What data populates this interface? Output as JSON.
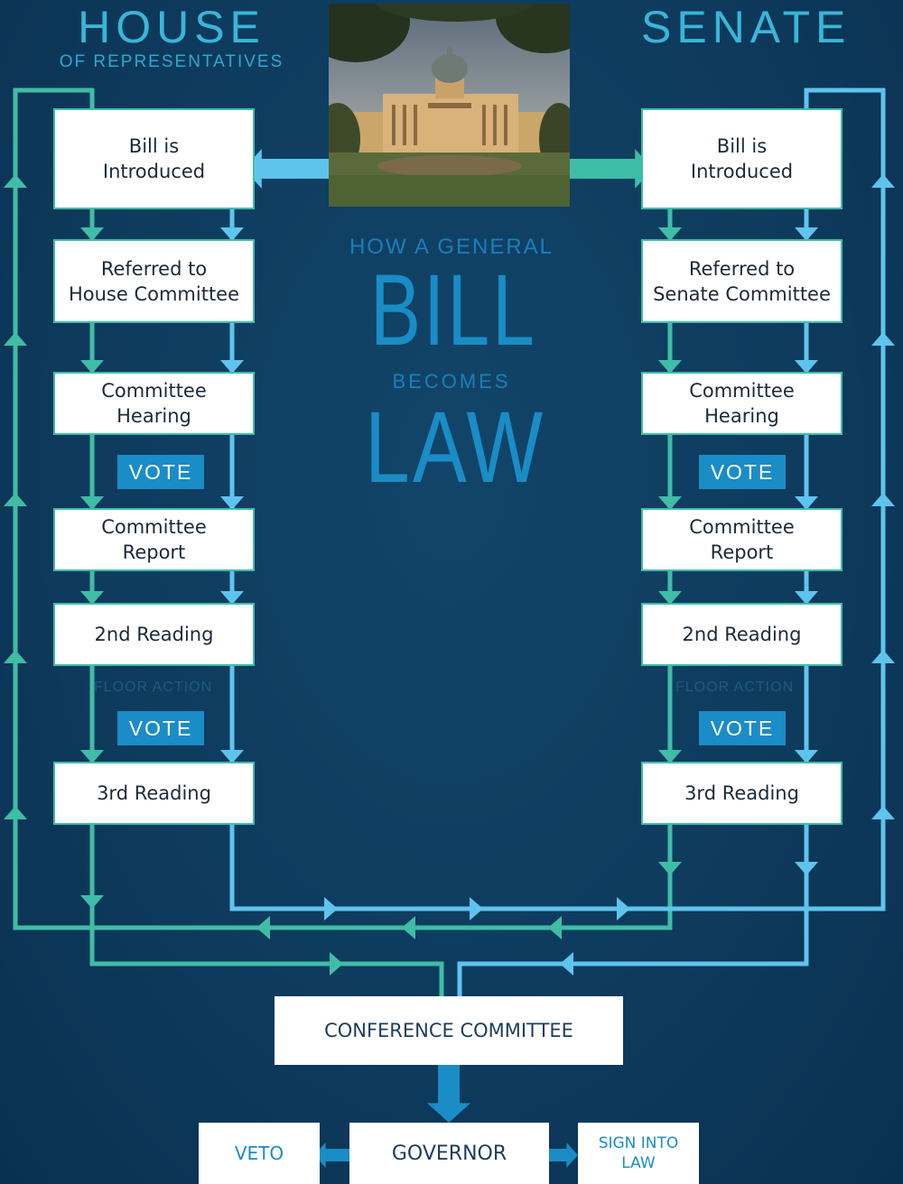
{
  "header": {
    "house_title": "HOUSE",
    "house_subtitle": "OF REPRESENTATIVES",
    "senate_title": "SENATE"
  },
  "center_title": {
    "line1": "HOW A GENERAL",
    "line2": "BILL",
    "line3": "BECOMES",
    "line4": "LAW"
  },
  "house_steps": [
    "Bill is\nIntroduced",
    "Referred to\nHouse Committee",
    "Committee\nHearing",
    "Committee\nReport",
    "2nd Reading",
    "3rd Reading"
  ],
  "senate_steps": [
    "Bill is\nIntroduced",
    "Referred to\nSenate Committee",
    "Committee\nHearing",
    "Committee\nReport",
    "2nd Reading",
    "3rd Reading"
  ],
  "vote_label": "VOTE",
  "floor_action_label": "FLOOR ACTION",
  "conference": "CONFERENCE COMMITTEE",
  "governor": "GOVERNOR",
  "veto": "VETO",
  "sign": "SIGN INTO\nLAW",
  "colors": {
    "background": "#0e3b5e",
    "teal": "#3fbda6",
    "blue": "#5ec4ee",
    "accent": "#1a8cc6"
  }
}
